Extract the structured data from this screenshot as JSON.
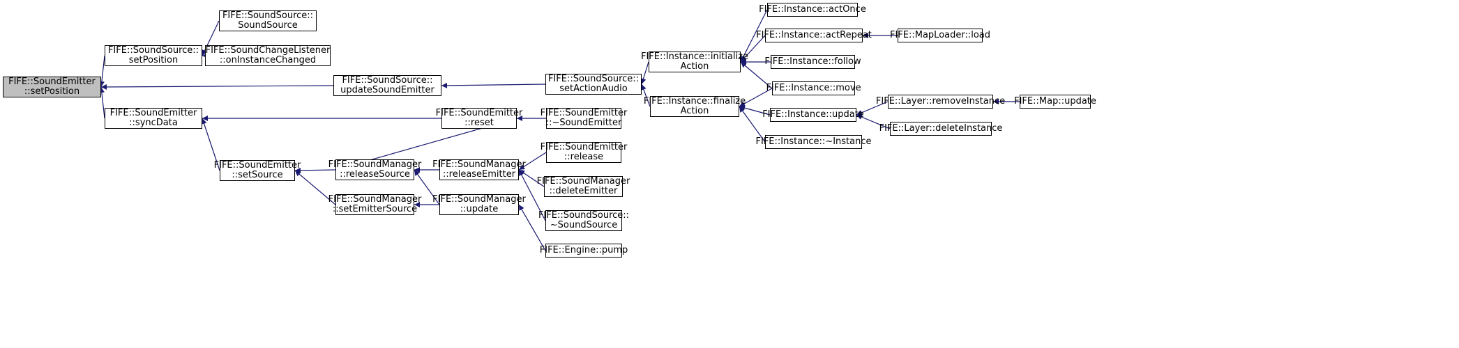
{
  "graph": {
    "edge_color": "#191970",
    "root_fill": "#bfbfbf",
    "nodes": {
      "n0": {
        "label": "FIFE::SoundEmitter\n::setPosition",
        "root": true
      },
      "n1": {
        "label": "FIFE::SoundSource::\nsetPosition"
      },
      "n2": {
        "label": "FIFE::SoundSource::\nupdateSoundEmitter"
      },
      "n3": {
        "label": "FIFE::SoundEmitter\n::syncData"
      },
      "n4": {
        "label": "FIFE::SoundSource::\nSoundSource"
      },
      "n5": {
        "label": "FIFE::SoundChangeListener\n::onInstanceChanged"
      },
      "n6": {
        "label": "FIFE::SoundSource::\nsetActionAudio"
      },
      "n7": {
        "label": "FIFE::SoundEmitter\n::reset"
      },
      "n8": {
        "label": "FIFE::SoundEmitter\n::setSource"
      },
      "n9": {
        "label": "FIFE::Instance::initialize\nAction"
      },
      "n10": {
        "label": "FIFE::Instance::finalize\nAction"
      },
      "n11": {
        "label": "FIFE::SoundEmitter\n::~SoundEmitter"
      },
      "n12": {
        "label": "FIFE::SoundManager\n::releaseSource"
      },
      "n13": {
        "label": "FIFE::SoundManager\n::setEmitterSource"
      },
      "n14": {
        "label": "FIFE::Instance::actOnce"
      },
      "n15": {
        "label": "FIFE::Instance::actRepeat"
      },
      "n16": {
        "label": "FIFE::Instance::follow"
      },
      "n17": {
        "label": "FIFE::Instance::move"
      },
      "n18": {
        "label": "FIFE::Instance::update"
      },
      "n19": {
        "label": "FIFE::Instance::~Instance"
      },
      "n20": {
        "label": "FIFE::SoundManager\n::releaseEmitter"
      },
      "n21": {
        "label": "FIFE::SoundManager\n::update"
      },
      "n22": {
        "label": "FIFE::MapLoader::load"
      },
      "n23": {
        "label": "FIFE::Layer::removeInstance"
      },
      "n24": {
        "label": "FIFE::Layer::deleteInstance"
      },
      "n25": {
        "label": "FIFE::SoundEmitter\n::release"
      },
      "n26": {
        "label": "FIFE::SoundManager\n::deleteEmitter"
      },
      "n27": {
        "label": "FIFE::SoundSource::\n~SoundSource"
      },
      "n28": {
        "label": "FIFE::Engine::pump"
      },
      "n29": {
        "label": "FIFE::Map::update"
      }
    },
    "edges": [
      [
        "n1",
        "n0"
      ],
      [
        "n2",
        "n0"
      ],
      [
        "n3",
        "n0"
      ],
      [
        "n4",
        "n1"
      ],
      [
        "n5",
        "n1"
      ],
      [
        "n6",
        "n2"
      ],
      [
        "n7",
        "n3"
      ],
      [
        "n8",
        "n3"
      ],
      [
        "n9",
        "n6"
      ],
      [
        "n10",
        "n6"
      ],
      [
        "n11",
        "n7"
      ],
      [
        "n12",
        "n7"
      ],
      [
        "n12",
        "n8"
      ],
      [
        "n13",
        "n8"
      ],
      [
        "n14",
        "n9"
      ],
      [
        "n15",
        "n9"
      ],
      [
        "n16",
        "n9"
      ],
      [
        "n17",
        "n9"
      ],
      [
        "n17",
        "n10"
      ],
      [
        "n18",
        "n10"
      ],
      [
        "n19",
        "n10"
      ],
      [
        "n20",
        "n12"
      ],
      [
        "n21",
        "n12"
      ],
      [
        "n21",
        "n13"
      ],
      [
        "n22",
        "n15"
      ],
      [
        "n23",
        "n18"
      ],
      [
        "n24",
        "n18"
      ],
      [
        "n25",
        "n20"
      ],
      [
        "n26",
        "n20"
      ],
      [
        "n27",
        "n20"
      ],
      [
        "n28",
        "n21"
      ],
      [
        "n29",
        "n23"
      ]
    ]
  }
}
